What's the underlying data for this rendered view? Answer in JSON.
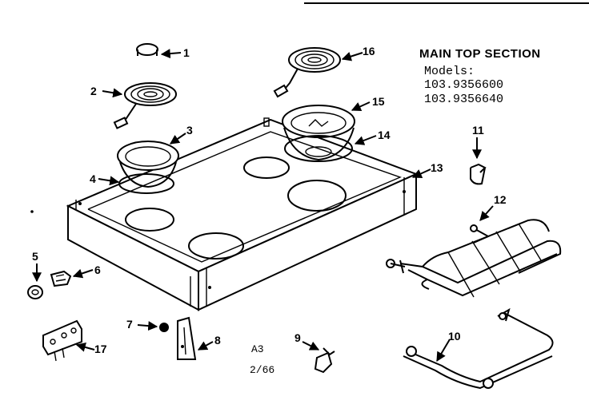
{
  "header": {
    "title": "MAIN TOP SECTION",
    "models_label": "Models:",
    "models": [
      "103.9356600",
      "103.9356640"
    ]
  },
  "footer": {
    "code": "A3",
    "date": "2/66"
  },
  "callouts": {
    "c1": "1",
    "c2": "2",
    "c3": "3",
    "c4": "4",
    "c5": "5",
    "c6": "6",
    "c7": "7",
    "c8": "8",
    "c9": "9",
    "c10": "10",
    "c11": "11",
    "c12": "12",
    "c13": "13",
    "c14": "14",
    "c15": "15",
    "c16": "16",
    "c17": "17"
  }
}
